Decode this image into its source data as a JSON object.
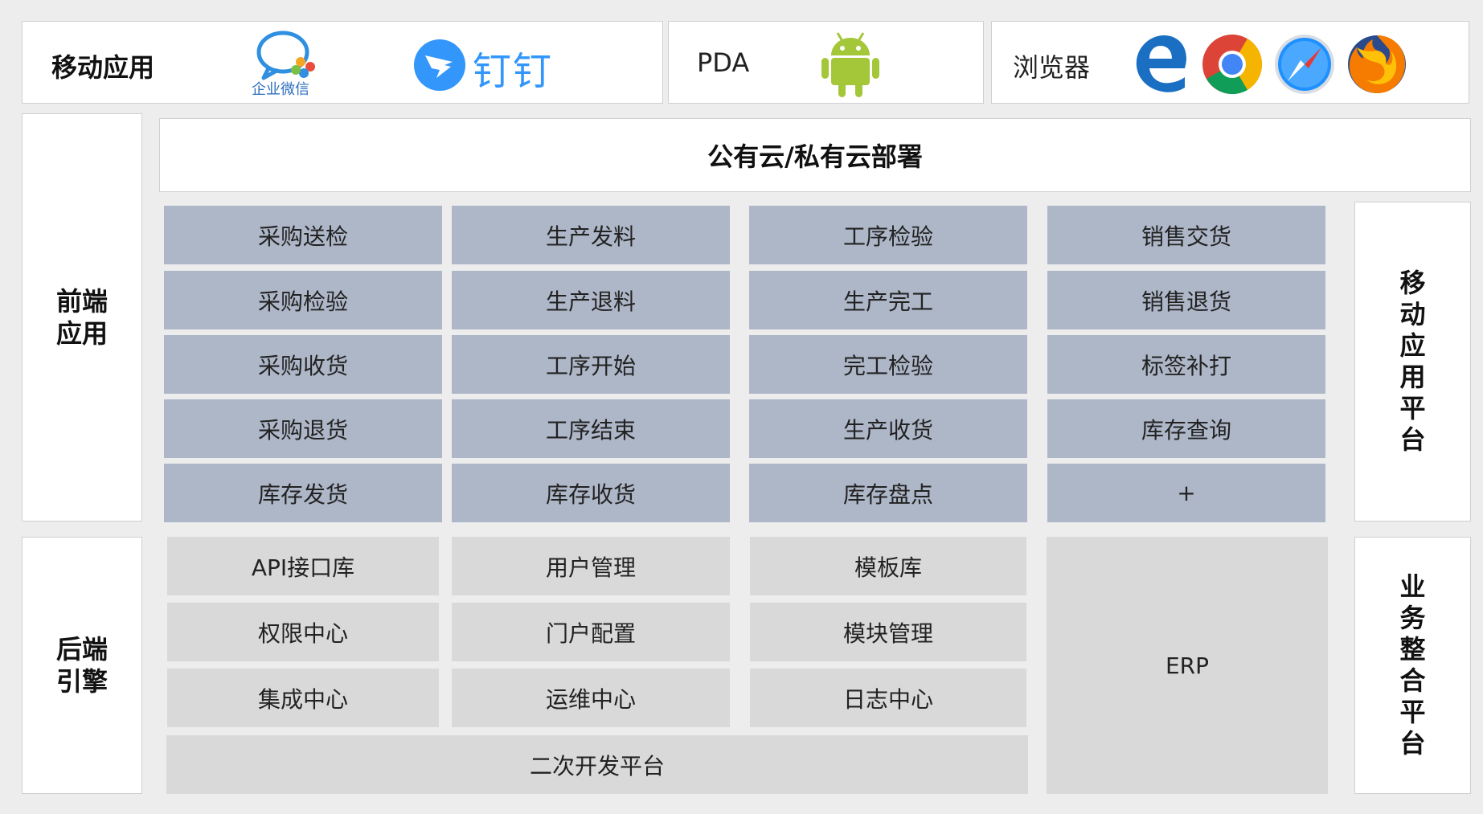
{
  "top_bar": {
    "mobile_label": "移动应用",
    "wecom_label": "企业微信",
    "dingtalk_label": "钉钉",
    "pda_label": "PDA",
    "browser_label": "浏览器",
    "icons": [
      "wecom-icon",
      "dingtalk-icon",
      "android-icon",
      "edge-icon",
      "chrome-icon",
      "safari-icon",
      "firefox-icon"
    ]
  },
  "left": {
    "frontend_line1": "前端",
    "frontend_line2": "应用",
    "backend_line1": "后端",
    "backend_line2": "引擎"
  },
  "cloud": {
    "title": "公有云/私有云部署"
  },
  "right": {
    "mobile_platform": [
      "移",
      "动",
      "应",
      "用",
      "平",
      "台"
    ],
    "business_platform": [
      "业",
      "务",
      "整",
      "合",
      "平",
      "台"
    ]
  },
  "front_grid": [
    [
      "采购送检",
      "生产发料",
      "工序检验",
      "销售交货"
    ],
    [
      "采购检验",
      "生产退料",
      "生产完工",
      "销售退货"
    ],
    [
      "采购收货",
      "工序开始",
      "完工检验",
      "标签补打"
    ],
    [
      "采购退货",
      "工序结束",
      "生产收货",
      "库存查询"
    ],
    [
      "库存发货",
      "库存收货",
      "库存盘点",
      "+"
    ]
  ],
  "back_grid": [
    [
      "API接口库",
      "用户管理",
      "模板库"
    ],
    [
      "权限中心",
      "门户配置",
      "模块管理"
    ],
    [
      "集成中心",
      "运维中心",
      "日志中心"
    ]
  ],
  "back_bottom": "二次开发平台",
  "erp": "ERP",
  "colors": {
    "blue_cell": "#aeb7c8",
    "gray_cell": "#d9d9d9",
    "background": "#ededed"
  }
}
